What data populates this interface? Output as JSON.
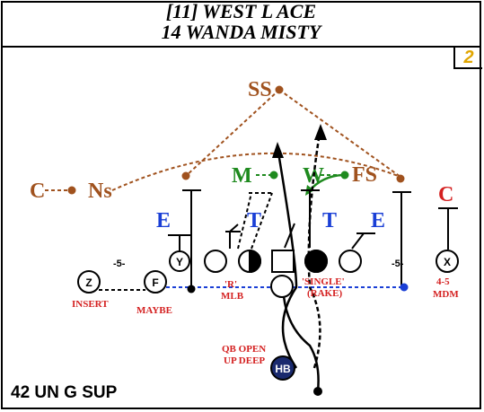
{
  "header": {
    "title_line1": "[11] WEST L ACE",
    "title_line2": "14 WANDA MISTY"
  },
  "play_number": "2",
  "bottom_label": "42 UN G SUP",
  "colors": {
    "defense_orange": "#a0521e",
    "defense_green": "#1e8a1e",
    "defense_blue": "#1a3fd6",
    "defense_red": "#d42020",
    "offense_black": "#000000",
    "number_gold": "#e0a500",
    "hb_navy": "#1a2a6e"
  },
  "defense": {
    "ss": "SS",
    "fs": "FS",
    "c_left": "C",
    "c_right": "C",
    "ns": "Ns",
    "m": "M",
    "w": "W",
    "e_left": "E",
    "t_left": "T",
    "t_right": "T",
    "e_right": "E"
  },
  "offense": {
    "y": "Y",
    "x": "X",
    "z": "Z",
    "f": "F",
    "hb": "HB"
  },
  "annotations": {
    "split_left": "-5-",
    "split_right": "-5-",
    "r_tag": "'R'",
    "mlb": "MLB",
    "single": "'SINGLE'",
    "rake": "(RAKE)",
    "insert": "INSERT",
    "maybe": "MAYBE",
    "mdm_top": "4-5",
    "mdm_bottom": "MDM",
    "qb_open": "QB OPEN",
    "up_deep": "UP DEEP"
  }
}
